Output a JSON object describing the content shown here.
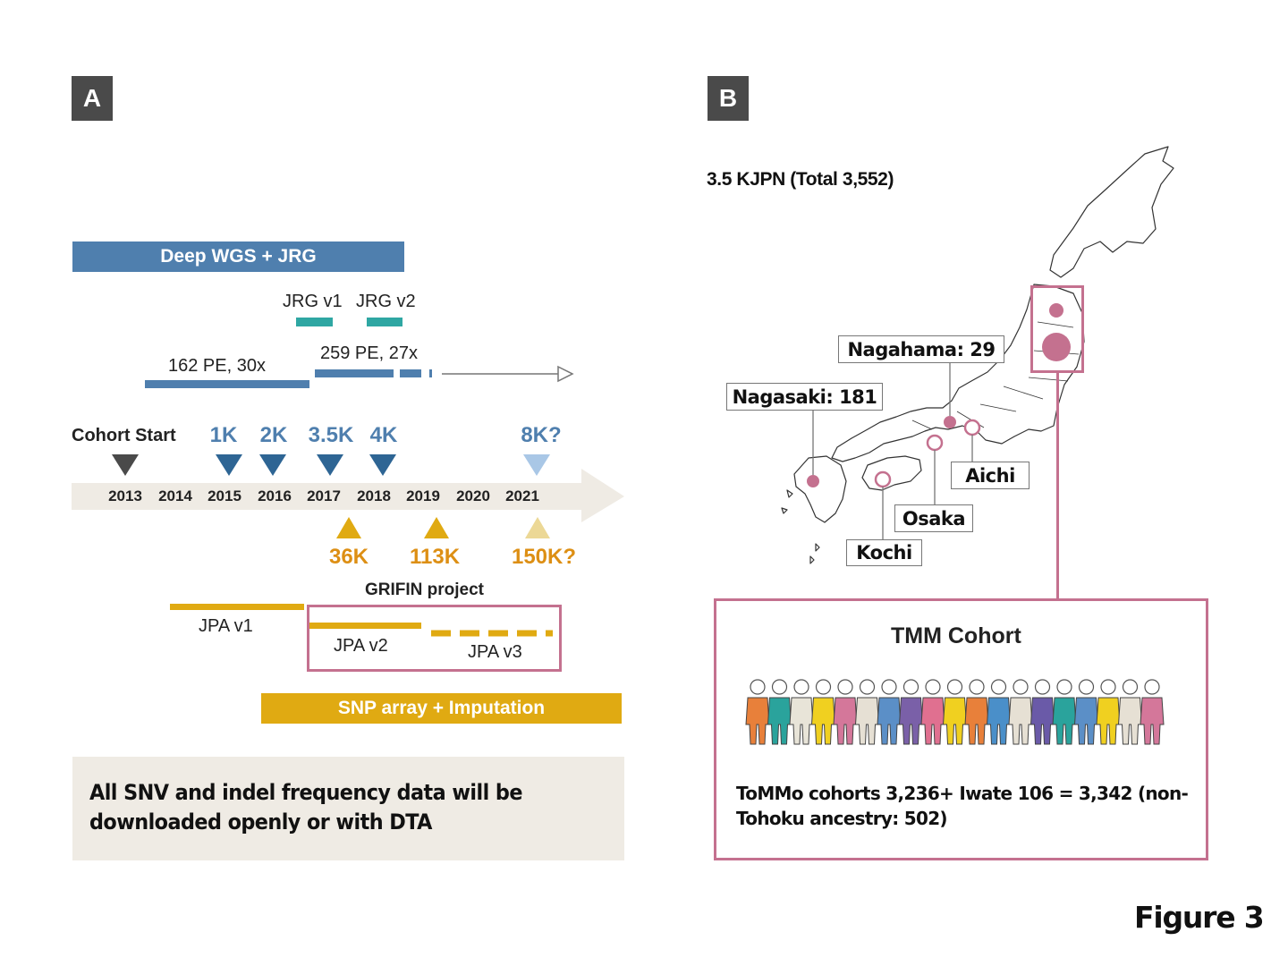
{
  "panel_a": {
    "label": "A",
    "deep_wgs_label": "Deep WGS + JRG",
    "jrg_v1": "JRG v1",
    "jrg_v2": "JRG v2",
    "pe_162": "162 PE, 30x",
    "pe_259": "259 PE, 27x",
    "cohort_start": "Cohort Start",
    "wgs_milestones": [
      "1K",
      "2K",
      "3.5K",
      "4K",
      "8K?"
    ],
    "years": [
      "2013",
      "2014",
      "2015",
      "2016",
      "2017",
      "2018",
      "2019",
      "2020",
      "2021"
    ],
    "array_milestones": [
      "36K",
      "113K",
      "150K?"
    ],
    "grifin_label": "GRIFIN project",
    "jpa_v1": "JPA v1",
    "jpa_v2": "JPA v2",
    "jpa_v3": "JPA v3",
    "snp_array_label": "SNP array + Imputation",
    "note": "All SNV and indel frequency data will be downloaded openly or with DTA"
  },
  "panel_b": {
    "label": "B",
    "title": "3.5 KJPN (Total 3,552)",
    "sites": {
      "nagahama": "Nagahama: 29",
      "nagasaki": "Nagasaki: 181",
      "aichi": "Aichi",
      "osaka": "Osaka",
      "kochi": "Kochi"
    },
    "tmm_title": "TMM Cohort",
    "tmm_note": "ToMMo cohorts 3,236+ Iwate 106 = 3,342 (non-Tohoku ancestry: 502)"
  },
  "figure_label": "Figure 3",
  "colors": {
    "wgs_blue": "#4f7fae",
    "jrg_teal": "#2fa7a3",
    "array_gold": "#e0aa12",
    "milestone_orange": "#dd8f14",
    "cohort_pink": "#c4718f",
    "timeline_beige": "#efebe4",
    "label_gray": "#4a4a4a"
  },
  "people_colors": [
    "#e8803a",
    "#2aa39c",
    "#e8e4d8",
    "#f0d020",
    "#d4779a",
    "#e6e0d4",
    "#5b8fc7",
    "#7a60a8",
    "#e07090",
    "#f0d020",
    "#e8803a",
    "#4a8fc9",
    "#e6e0d4",
    "#6a5aa8",
    "#2aa39c",
    "#5b8fc7",
    "#f0d020",
    "#e6e0d4",
    "#d4779a"
  ]
}
